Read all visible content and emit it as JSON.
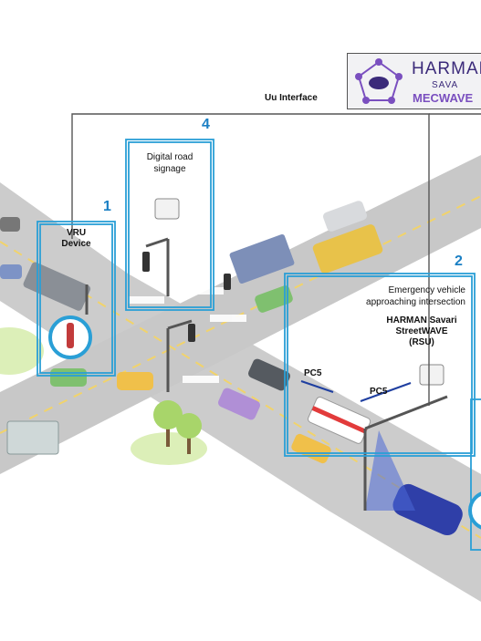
{
  "logo": {
    "brand": "HARMAN",
    "sub": "SAVA",
    "product": "MECWAVE"
  },
  "labels": {
    "uu_interface": "Uu Interface",
    "digital_signage_line1": "Digital road",
    "digital_signage_line2": "signage",
    "vru_line1": "VRU",
    "vru_line2": "Device",
    "emergency_line1": "Emergency vehicle",
    "emergency_line2": "approaching intersection",
    "rsu_line1": "HARMAN Savari",
    "rsu_line2": "StreetWAVE",
    "rsu_line3": "(RSU)",
    "pc5_a": "PC5",
    "pc5_b": "PC5"
  },
  "callouts": {
    "one": "1",
    "two": "2",
    "four": "4"
  },
  "colors": {
    "callout_blue": "#2a9fd6",
    "road": "#cfcfcf",
    "grass": "#d6ecb1",
    "logo_purple": "#3b2a7a"
  }
}
